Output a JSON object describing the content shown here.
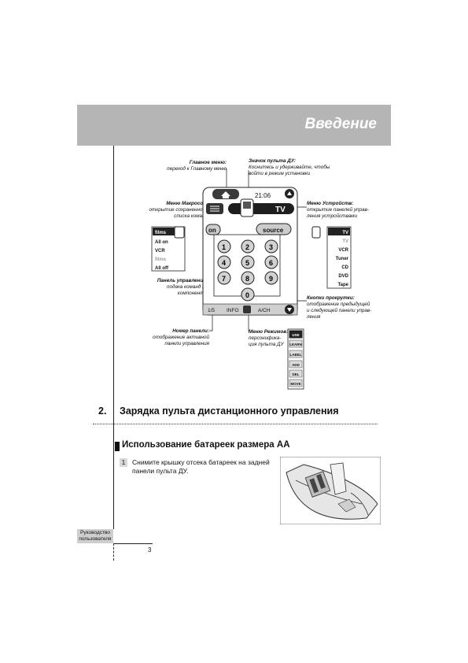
{
  "header": {
    "title": "Введение"
  },
  "callouts": {
    "main_menu": {
      "title": "Главное меню:",
      "text": "переход к Главному меню"
    },
    "remote_icon": {
      "title": "Значок пульта ДУ:",
      "text1": "Коснитесь и удерживайте, чтобы",
      "text2": "войти в режим установки"
    },
    "macro_menu": {
      "title": "Меню Макросов:",
      "text1": "открытие сохраненного",
      "text2": "списка команд"
    },
    "device_menu": {
      "title": "Меню Устройств:",
      "text1": "открытие панелей управ-",
      "text2": "ления устройствами"
    },
    "control_panel": {
      "title": "Панель управления:",
      "text1": "подача команд на",
      "text2": "компоненты"
    },
    "scroll_buttons": {
      "title": "Кнопки прокрутки:",
      "text1": "отображение предыдущей",
      "text2": "и следующей панели управ-",
      "text3": "ления"
    },
    "panel_number": {
      "title": "Номер панели:",
      "text1": "отображение активной",
      "text2": "панели управления"
    },
    "mode_menu": {
      "title": "Меню Режимов:",
      "text1": "персонифика-",
      "text2": "ция пульта ДУ"
    }
  },
  "remote": {
    "time": "21:06",
    "device": "TV",
    "on_label": "on",
    "source_label": "source",
    "digits": [
      "1",
      "2",
      "3",
      "4",
      "5",
      "6",
      "7",
      "8",
      "9",
      "0"
    ],
    "panel_number": "1/5",
    "info_label": "INFO",
    "ach_label": "A/CH"
  },
  "macro_list": [
    "films",
    "All on",
    "VCR",
    "films",
    "All off"
  ],
  "device_list": [
    "TV",
    "TV",
    "VCR",
    "Tuner",
    "CD",
    "DVD",
    "Tape"
  ],
  "mode_list": [
    "USE",
    "LEARN",
    "LABEL",
    "ADD",
    "DEL",
    "MOVE"
  ],
  "section": {
    "number": "2.",
    "title": "Зарядка пульта дистанционного управления"
  },
  "subsection": {
    "title": "Использование батареек размера AA"
  },
  "step": {
    "number": "1",
    "text": "Снимите крышку отсека батареек на задней панели пульта ДУ."
  },
  "footer": {
    "line1": "Руководство",
    "line2": "пользователя",
    "page": "3"
  }
}
